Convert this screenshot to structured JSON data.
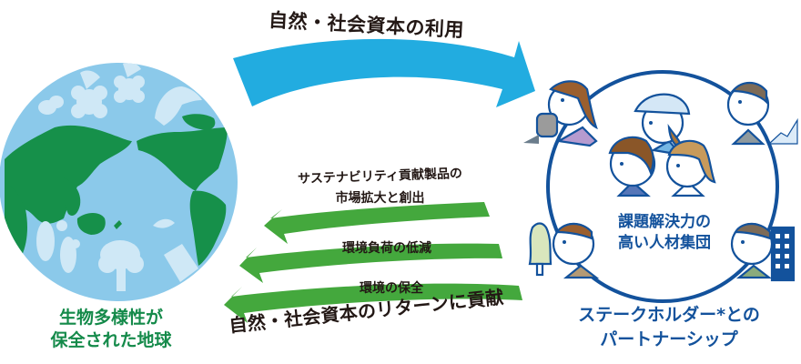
{
  "diagram": {
    "top_arrow": {
      "label": "自然・社会資本の利用",
      "color": "#22ace0",
      "direction": "left-to-right"
    },
    "return_arrows": {
      "color": "#44a83d",
      "direction": "right-to-left",
      "items": [
        {
          "label_line1": "サステナビリティ貢献製品の",
          "label_line2": "市場拡大と創出"
        },
        {
          "label_line1": "環境負荷の低減"
        },
        {
          "label_line1": "環境の保全"
        }
      ],
      "summary_label": "自然・社会資本のリターンに貢献"
    },
    "earth": {
      "caption_line1": "生物多様性が",
      "caption_line2": "保全された地球",
      "ocean_color": "#8bc9ea",
      "land_color": "#16904a",
      "silhouette_color": "#cfe8f6",
      "caption_color": "#148a4a",
      "icons": [
        "butterfly-icon",
        "flower-icon",
        "flower-icon",
        "dolphin-icon",
        "people-icon",
        "tree-icon",
        "building-icon",
        "bird-icon"
      ]
    },
    "stakeholders": {
      "circle_label_line1": "課題解決力の",
      "circle_label_line2": "高い人材集団",
      "caption_line1": "ステークホルダー*との",
      "caption_line2": "パートナーシップ",
      "circle_color": "#13529c",
      "people": [
        "woman-with-megaphone",
        "helmet-worker",
        "man-brown-hair",
        "woman-blonde",
        "man-with-chart",
        "man-with-tree",
        "man-with-building"
      ]
    }
  }
}
